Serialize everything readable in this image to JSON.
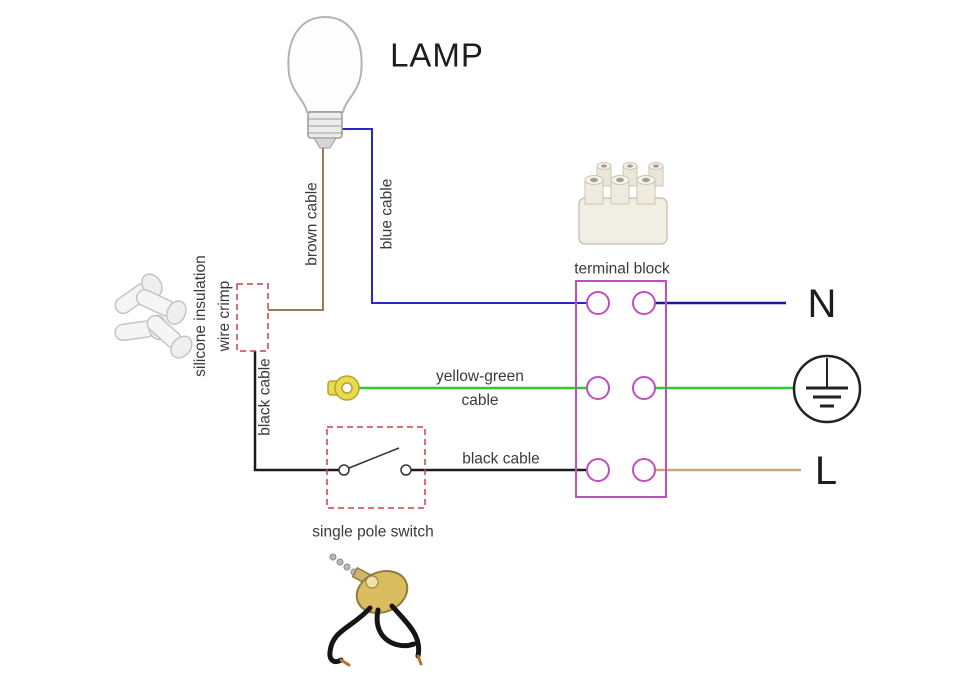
{
  "diagram": {
    "title": "LAMP",
    "labels": {
      "brown_cable": "brown cable",
      "blue_cable": "blue cable",
      "terminal_block": "terminal block",
      "silicone_line1": "silicone insulation",
      "silicone_line2": "wire crimp",
      "black_cable_left": "black cable",
      "yellow_green_line1": "yellow-green",
      "yellow_green_line2": "cable",
      "black_cable_mid": "black cable",
      "single_pole_switch": "single pole switch",
      "neutral": "N",
      "live": "L"
    },
    "colors": {
      "brown": "#9a7b52",
      "blue": "#2828c8",
      "navy": "#1c1c8a",
      "green": "#2ecc2e",
      "black": "#1c1c1c",
      "tan": "#c7a87e",
      "magenta": "#c04ec0",
      "dashed_red": "#cc4343",
      "yellow": "#e9da50",
      "ink": "#222222"
    }
  }
}
